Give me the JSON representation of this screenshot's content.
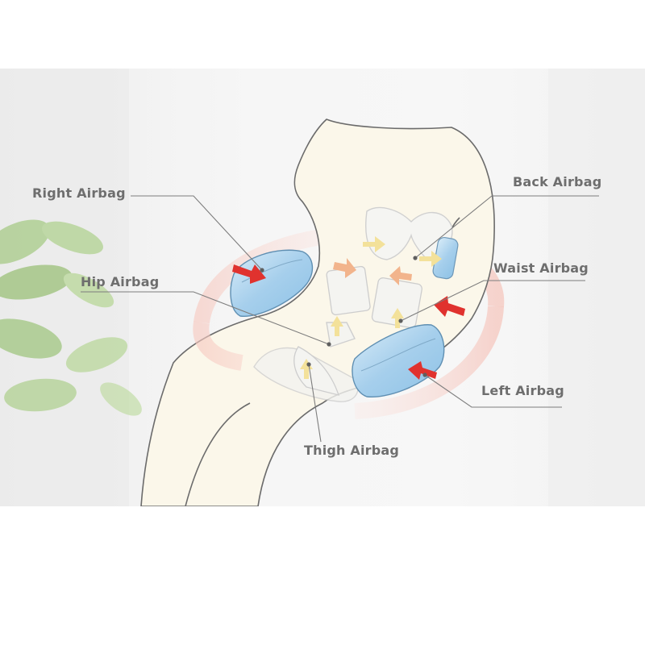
{
  "diagram": {
    "labels": {
      "right_airbag": "Right Airbag",
      "back_airbag": "Back Airbag",
      "waist_airbag": "Waist Airbag",
      "hip_airbag": "Hip Airbag",
      "left_airbag": "Left Airbag",
      "thigh_airbag": "Thigh Airbag"
    },
    "colors": {
      "background": "#f4f4f4",
      "body": "#fbf7ea",
      "airbag_blue": "#a9d2ee",
      "red_arrow": "#e0322e",
      "orange_arrow": "#f2b48c",
      "yellow_arrow": "#f3e19a",
      "ring": "#f3b9b0",
      "label_text": "#6e6e6e"
    }
  }
}
